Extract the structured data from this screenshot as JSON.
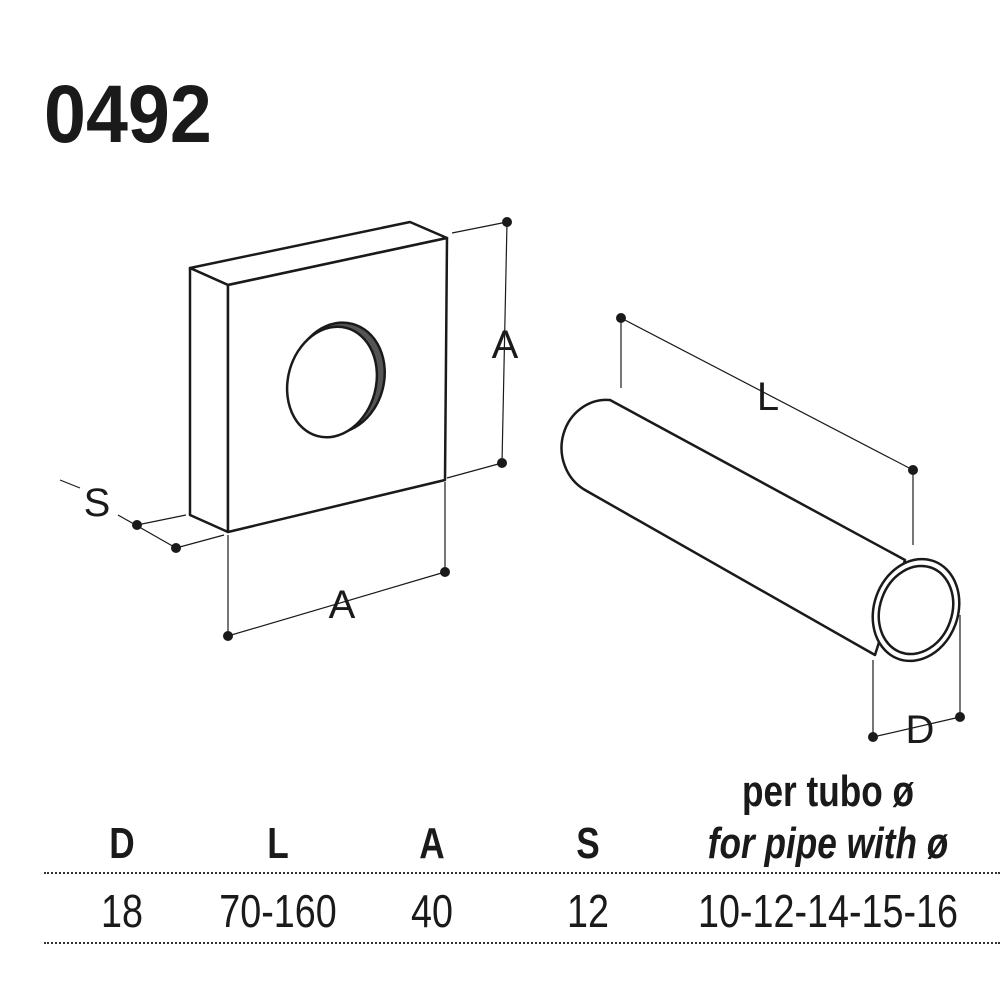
{
  "title": "0492",
  "drawing": {
    "labels": {
      "a_vertical": "A",
      "a_horizontal": "A",
      "s": "S",
      "l": "L",
      "d": "D"
    }
  },
  "table": {
    "headers": [
      "D",
      "L",
      "A",
      "S"
    ],
    "pipe_header_it": "per tubo ø",
    "pipe_header_en": "for pipe with ø",
    "values": [
      "18",
      "70-160",
      "40",
      "12",
      "10-12-14-15-16"
    ]
  }
}
